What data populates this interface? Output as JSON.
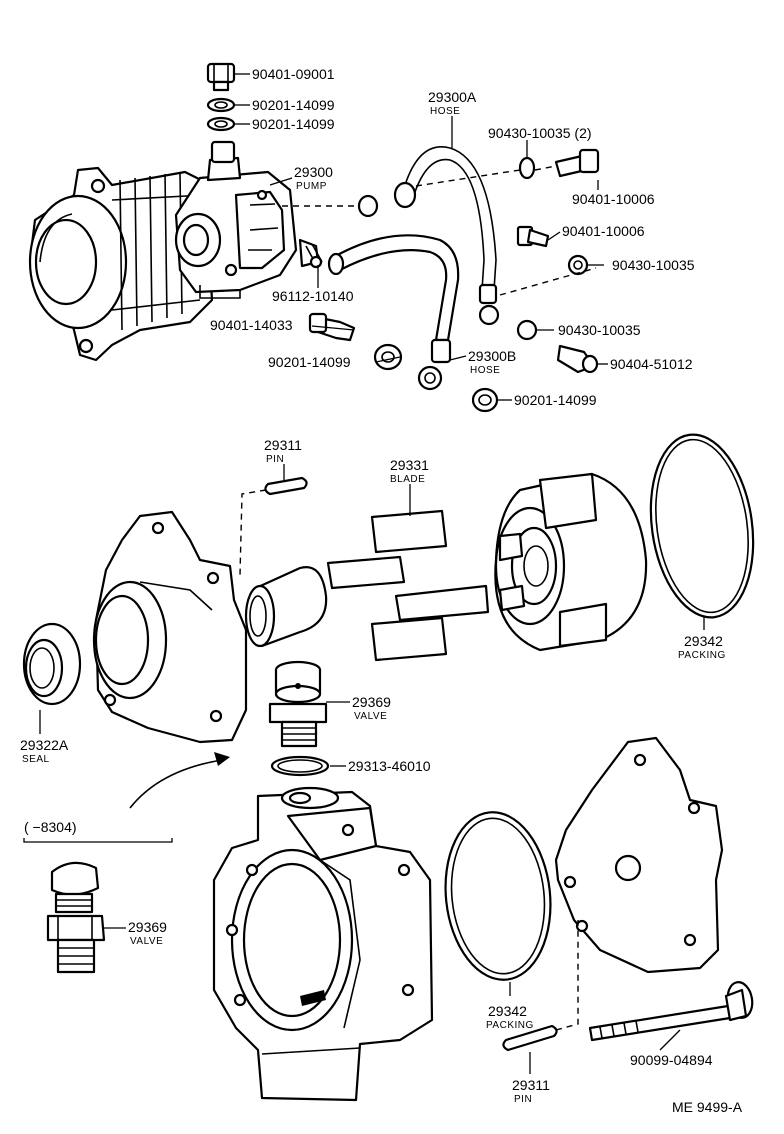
{
  "labels": {
    "bolt_top": "90401-09001",
    "gasket_top1": "90201-14099",
    "gasket_top2": "90201-14099",
    "pump_num": "29300",
    "pump_name": "PUMP",
    "hoseA_num": "29300A",
    "hoseA_name": "HOSE",
    "gasket_2": "90430-10035 (2)",
    "bolt_10006a": "90401-10006",
    "bolt_10006b": "90401-10006",
    "gasket_10035a": "90430-10035",
    "clip": "96112-10140",
    "bolt_14033": "90401-14033",
    "gasket_10035b": "90430-10035",
    "gasket_mid": "90201-14099",
    "hoseB_num": "29300B",
    "hoseB_name": "HOSE",
    "union": "90404-51012",
    "gasket_low": "90201-14099",
    "pin_num_top": "29311",
    "pin_name_top": "PIN",
    "blade_num": "29331",
    "blade_name": "BLADE",
    "packing_num_top": "29342",
    "packing_name_top": "PACKING",
    "valve_num_a": "29369",
    "valve_name_a": "VALVE",
    "seal_num": "29322A",
    "seal_name": "SEAL",
    "oring": "29313-46010",
    "date_range": "(       −8304)",
    "valve_num_b": "29369",
    "valve_name_b": "VALVE",
    "packing_num_bot": "29342",
    "packing_name_bot": "PACKING",
    "bolt_long": "90099-04894",
    "pin_num_bot": "29311",
    "pin_name_bot": "PIN",
    "figure_code": "ME  9499-A"
  }
}
